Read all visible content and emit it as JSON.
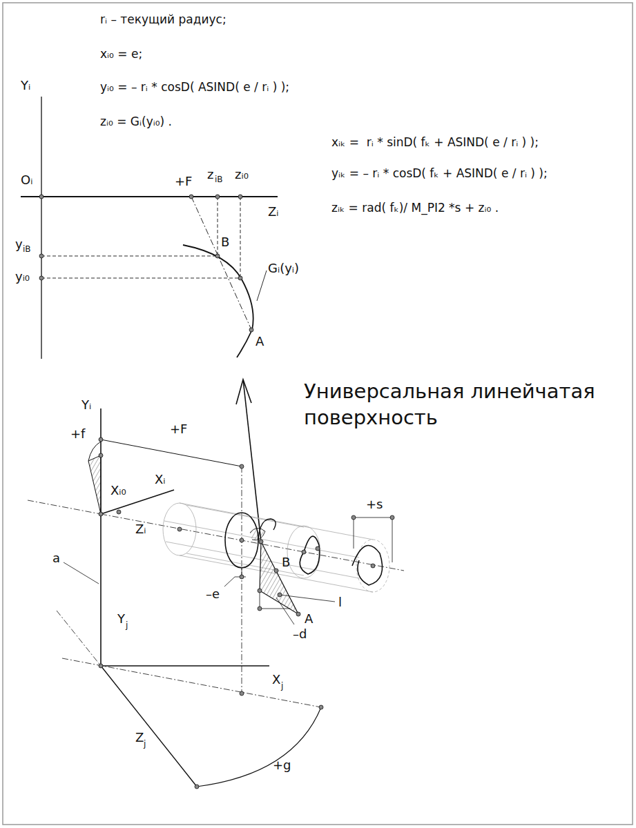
{
  "diagram": {
    "title": "Универсальная линейчатая поверхность",
    "labels": [
      "rᵢ – текущий радиус;",
      "xᵢ₀ = e;",
      "yᵢ₀ = – rᵢ * cosD( ASIND( e / rᵢ ) );",
      "zᵢ₀ = Gᵢ(yᵢ₀) .",
      "xᵢₖ =  rᵢ * sinD( fₖ + ASIND( e / rᵢ ) );",
      "yᵢₖ = – rᵢ * cosD( fₖ + ASIND( e / rᵢ ) );",
      "zᵢₖ = rad( fₖ)/ M_PI2 *s + zᵢ₀ .",
      "Yᵢ",
      "Oᵢ",
      "+F",
      "z",
      "iB",
      "zᵢ₀",
      "Zᵢ",
      "y",
      "iB",
      "yᵢ₀",
      "B",
      "Gᵢ(yᵢ)",
      "A",
      "Yᵢ",
      "+f",
      "+F",
      "Xᵢ₀",
      "Xᵢ",
      "Zᵢ",
      "+s",
      "B",
      "a",
      "–e",
      "l",
      "A",
      "–d",
      "Y",
      "j",
      "X",
      "j",
      "Z",
      "j",
      "+g"
    ]
  }
}
